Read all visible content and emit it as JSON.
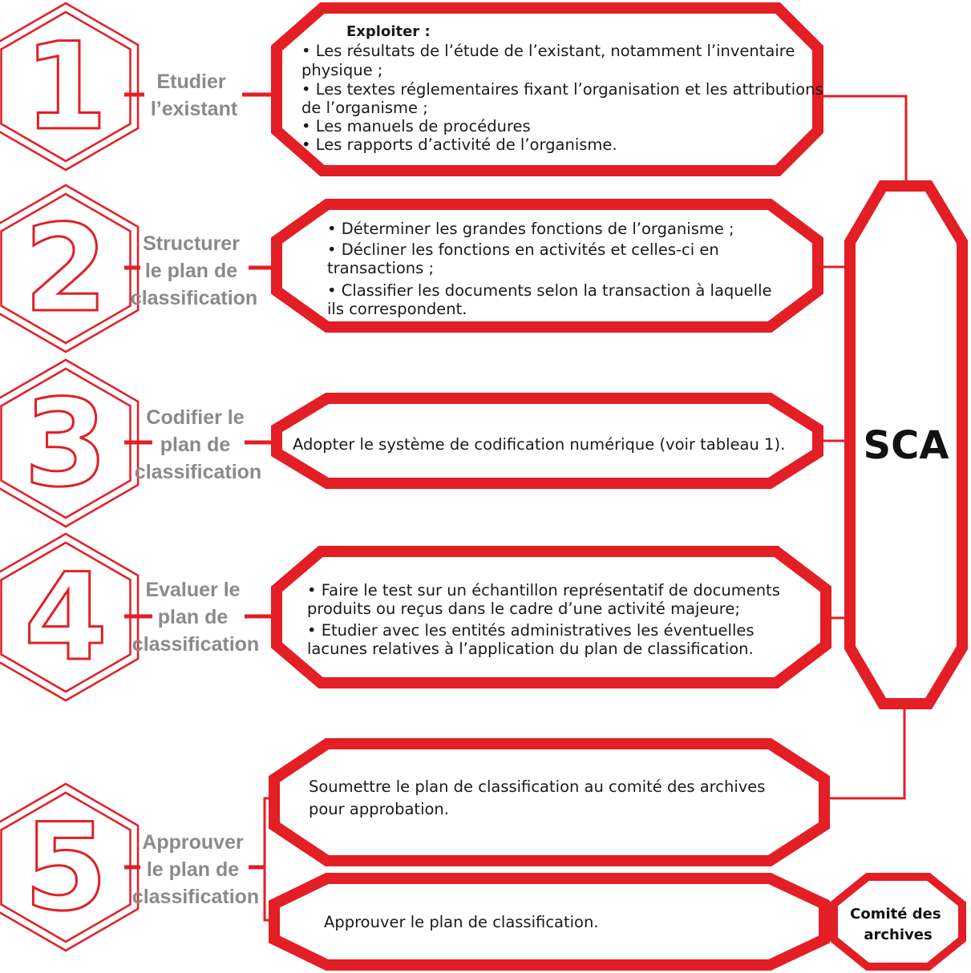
{
  "colors": {
    "accent": "#e31e25",
    "label_gray": "#8a8a8a",
    "text": "#1a1a1a"
  },
  "steps": [
    {
      "number": "1",
      "label": [
        "Etudier",
        "l’existant"
      ],
      "heading": "Exploiter :",
      "lines": [
        "• Les résultats de l’étude de l’existant, notamment l’inventaire",
        "physique ;",
        "• Les textes réglementaires fixant l’organisation et les attributions",
        "de l’organisme ;",
        "• Les manuels de procédures",
        "• Les rapports d’activité de l’organisme."
      ]
    },
    {
      "number": "2",
      "label": [
        "Structurer",
        "le plan de",
        "classification"
      ],
      "lines": [
        "• Déterminer les grandes fonctions de l’organisme ;",
        "• Décliner les fonctions en activités et celles-ci en",
        "transactions ;",
        "• Classifier les documents selon la transaction à laquelle",
        "ils correspondent."
      ]
    },
    {
      "number": "3",
      "label": [
        "Codifier le",
        "plan de",
        "classification"
      ],
      "lines": [
        "Adopter le système de codification numérique (voir tableau 1)."
      ]
    },
    {
      "number": "4",
      "label": [
        "Evaluer le",
        "plan de",
        "classification"
      ],
      "lines": [
        "• Faire le test sur un échantillon représentatif de documents",
        "produits ou reçus dans le cadre d’une activité majeure;",
        "• Etudier avec les entités administratives les éventuelles",
        "lacunes relatives à l’application du plan de classification."
      ]
    },
    {
      "number": "5",
      "label": [
        "Approuver",
        "le plan de",
        "classification"
      ],
      "boxes": [
        {
          "lines": [
            "Soumettre le plan de classification au comité des archives",
            "pour approbation."
          ]
        },
        {
          "lines": [
            "Approuver le plan de classification."
          ]
        }
      ]
    }
  ],
  "sca": {
    "label": "SCA"
  },
  "comite": {
    "lines": [
      "Comité des",
      "archives"
    ]
  }
}
